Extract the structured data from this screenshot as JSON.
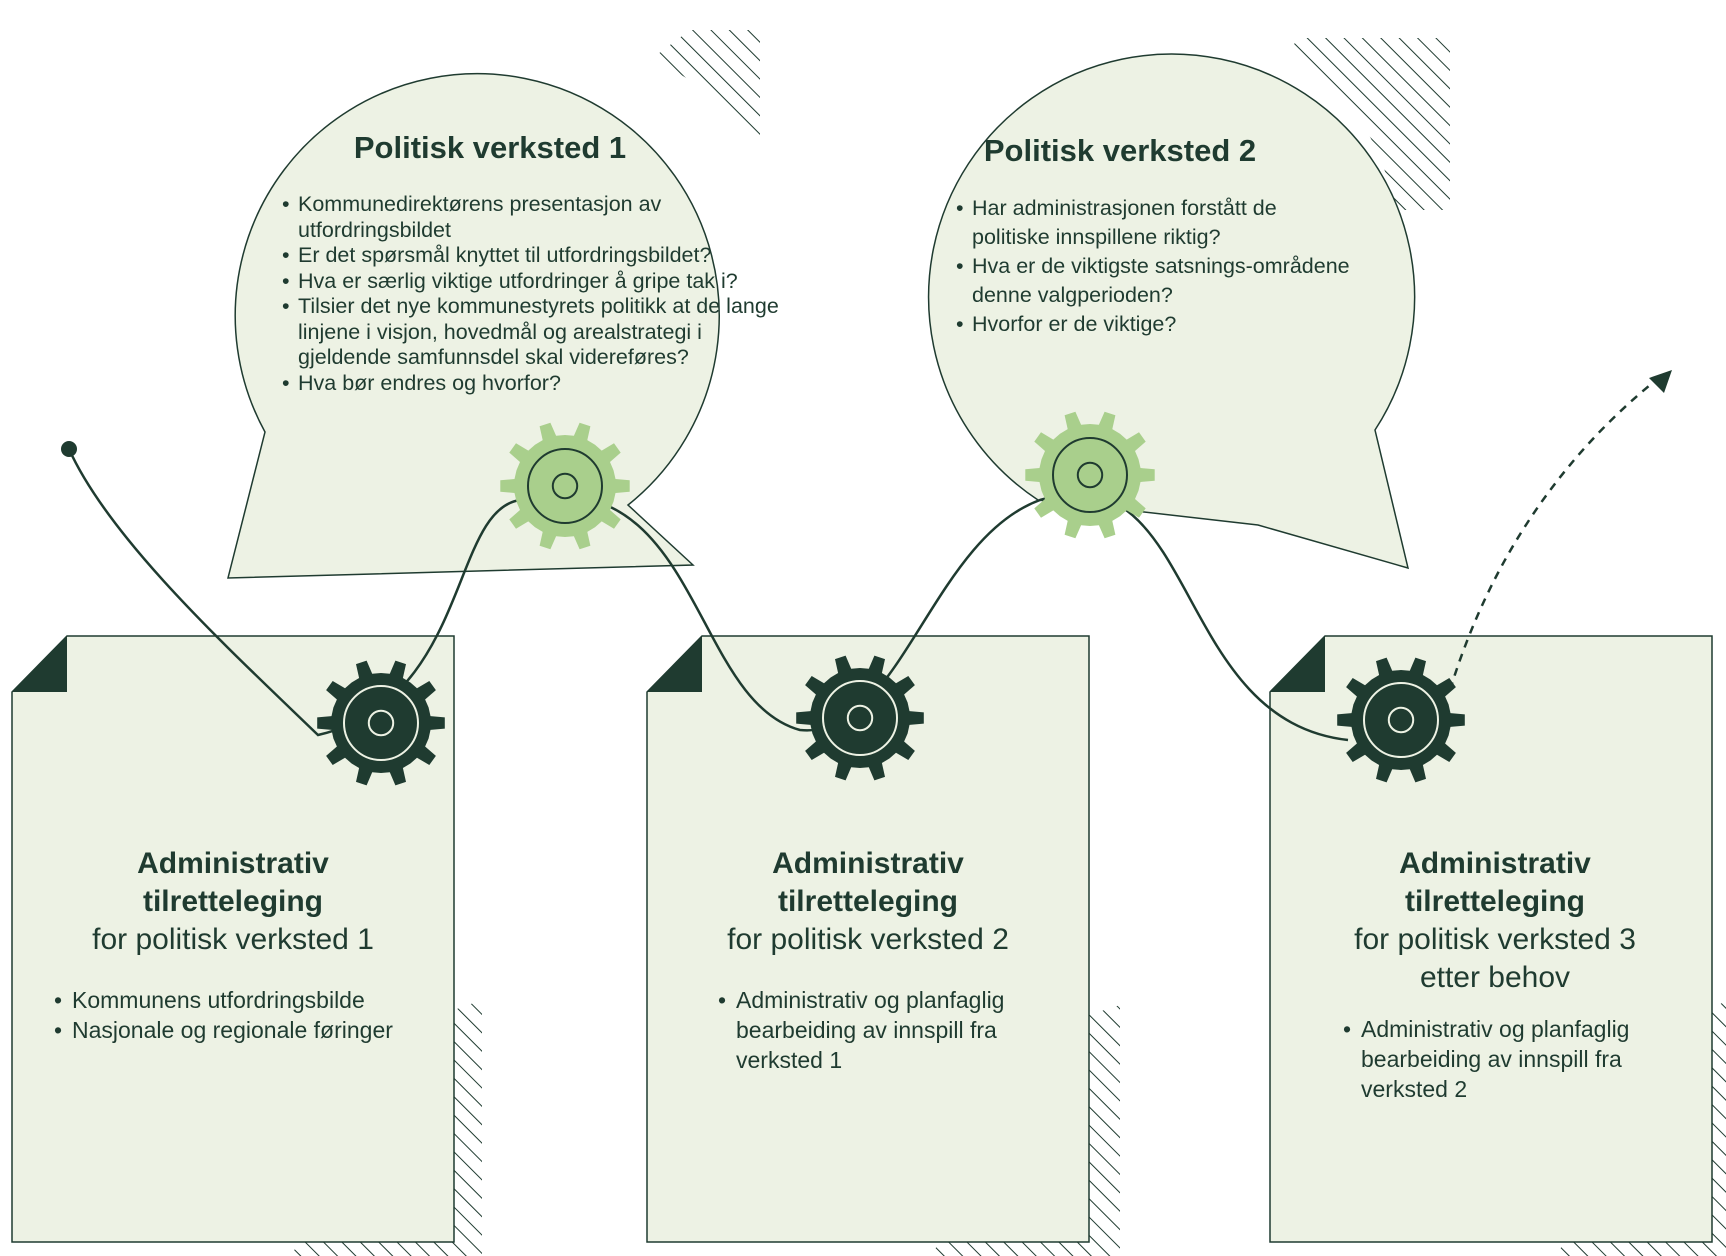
{
  "workshops": [
    {
      "title": "Politisk verksted 1",
      "items": [
        "Kommunedirektørens presentasjon av utfordringsbildet",
        "Er det spørsmål knyttet til utfordringsbildet?",
        "Hva er særlig viktige utfordringer å gripe tak i?",
        "Tilsier det nye kommunestyrets politikk at de lange linjene i visjon, hovedmål og arealstrategi i gjeldende samfunnsdel skal videreføres?",
        "Hva bør endres og hvorfor?"
      ]
    },
    {
      "title": "Politisk verksted 2",
      "items": [
        "Har administrasjonen forstått de politiske innspillene riktig?",
        "Hva er de viktigste satsnings-områdene denne valgperioden?",
        "Hvorfor er de viktige?"
      ]
    }
  ],
  "admin_steps": [
    {
      "title_line1": "Administrativ",
      "title_line2": "tilretteleging",
      "subtitle": "for politisk verksted 1",
      "items": [
        "Kommunens utfordringsbilde",
        "Nasjonale og regionale føringer"
      ]
    },
    {
      "title_line1": "Administrativ",
      "title_line2": "tilretteleging",
      "subtitle": "for politisk verksted 2",
      "items": [
        "Administrativ og planfaglig bearbeiding av innspill fra verksted 1"
      ]
    },
    {
      "title_line1": "Administrativ",
      "title_line2": "tilretteleging",
      "subtitle": "for politisk verksted 3 etter behov",
      "items": [
        "Administrativ og planfaglig bearbeiding av innspill fra verksted 2"
      ]
    }
  ],
  "icons": {
    "admin_gear": "gear-icon",
    "workshop_gear": "gear-icon",
    "arrow": "arrow-icon"
  },
  "colors": {
    "panel_fill": "#edf2e4",
    "dark_green": "#1f3b30",
    "light_gear": "#a9cf8c",
    "hatch": "#1f3b30"
  }
}
